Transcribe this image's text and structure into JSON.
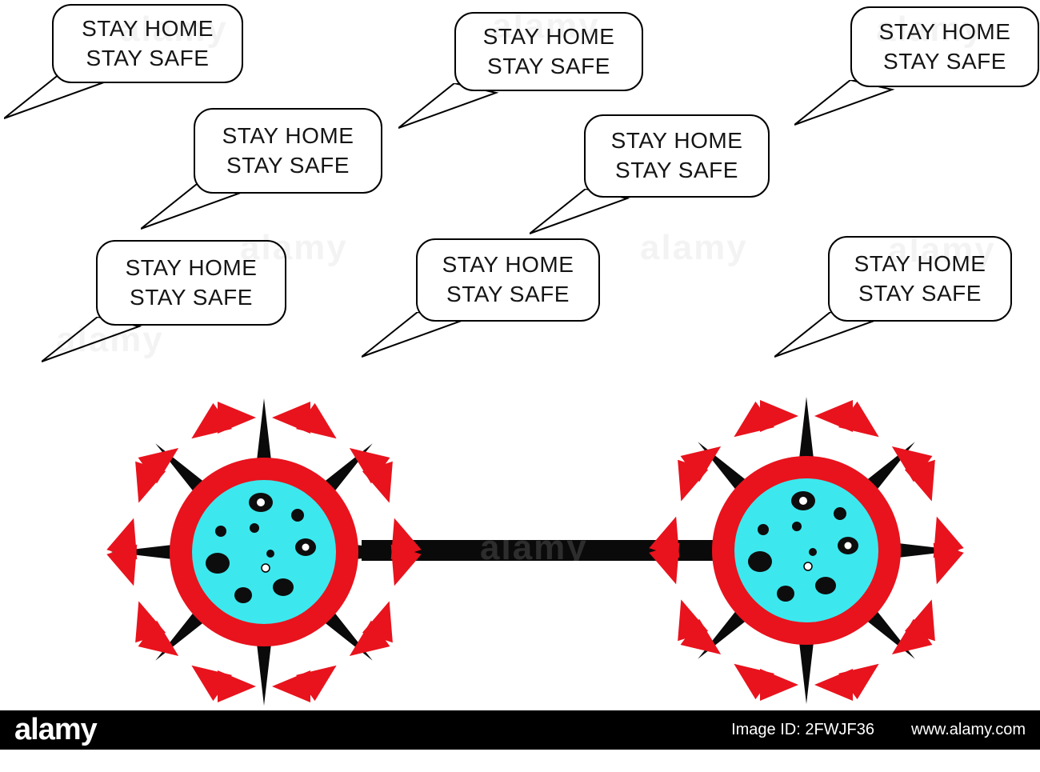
{
  "bubbles": [
    {
      "line1": "STAY HOME",
      "line2": "STAY SAFE"
    },
    {
      "line1": "STAY HOME",
      "line2": "STAY SAFE"
    },
    {
      "line1": "STAY HOME",
      "line2": "STAY SAFE"
    },
    {
      "line1": "STAY HOME",
      "line2": "STAY SAFE"
    },
    {
      "line1": "STAY HOME",
      "line2": "STAY SAFE"
    },
    {
      "line1": "STAY HOME",
      "line2": "STAY SAFE"
    },
    {
      "line1": "STAY HOME",
      "line2": "STAY SAFE"
    },
    {
      "line1": "STAY HOME",
      "line2": "STAY SAFE"
    }
  ],
  "watermark": {
    "text": "alamy"
  },
  "footer": {
    "logo": "alamy",
    "image_id": "Image ID: 2FWJF36",
    "url": "www.alamy.com"
  },
  "colors": {
    "virus_red": "#e8131d",
    "virus_cyan": "#3ce8ee",
    "spike_black": "#0a0a0a",
    "footer_black": "#000000"
  }
}
